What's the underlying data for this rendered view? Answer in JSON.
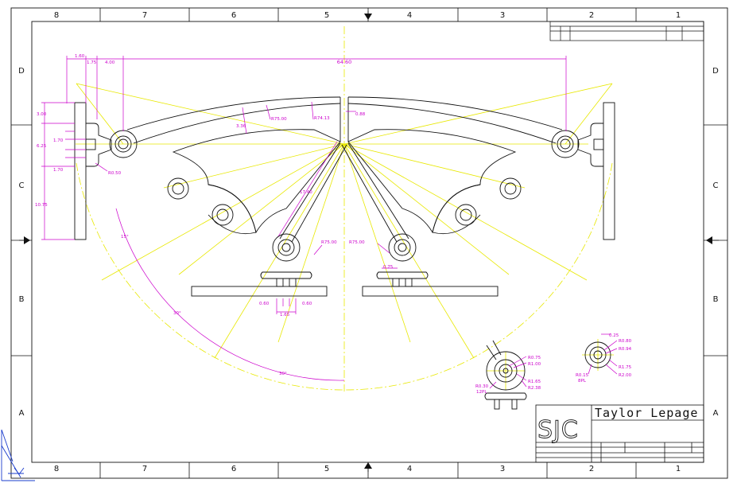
{
  "sheet": {
    "column_labels": [
      "8",
      "7",
      "6",
      "5",
      "4",
      "3",
      "2",
      "1"
    ],
    "row_labels": [
      "D",
      "C",
      "B",
      "A"
    ]
  },
  "dimensions": {
    "overall_width": "64.60",
    "d_left_1": "1.60",
    "d_left_2": "1.75",
    "d_left_3": "4.00",
    "d_v1": "3.00",
    "d_v2": "6.25",
    "d_v3": "10.75",
    "d_slot1": "1.70",
    "d_slot2": "1.70",
    "r_small": "R0.50",
    "thk": "3.36",
    "r_outer": "R75.00",
    "r_inner": "R74.13",
    "gap": "0.88",
    "arm_len": "17.40",
    "r_arm_l": "R75.00",
    "r_arm_r": "R75.00",
    "d_075": "0.75",
    "d_060a": "0.60",
    "d_060b": "0.60",
    "d_165": "1.65",
    "ang_15": "15°",
    "ang_30a": "30°",
    "ang_30b": "30°"
  },
  "detail_left": {
    "r1": "R0.75",
    "r2": "R1.00",
    "r3": "R1.65",
    "r4": "R2.38",
    "r5": "R0.30",
    "r5_note": "12PL"
  },
  "detail_right": {
    "d1": "0.25",
    "r1": "R0.80",
    "r2": "R0.94",
    "r3": "R1.75",
    "r4": "R2.00",
    "r5": "R0.15",
    "r5_note": "8PL"
  },
  "title_block": {
    "logo": "SJC",
    "author": "Taylor Lepage"
  },
  "colors": {
    "centerline": "#e8e800",
    "dimension": "#cc00cc",
    "geometry": "#111111"
  }
}
